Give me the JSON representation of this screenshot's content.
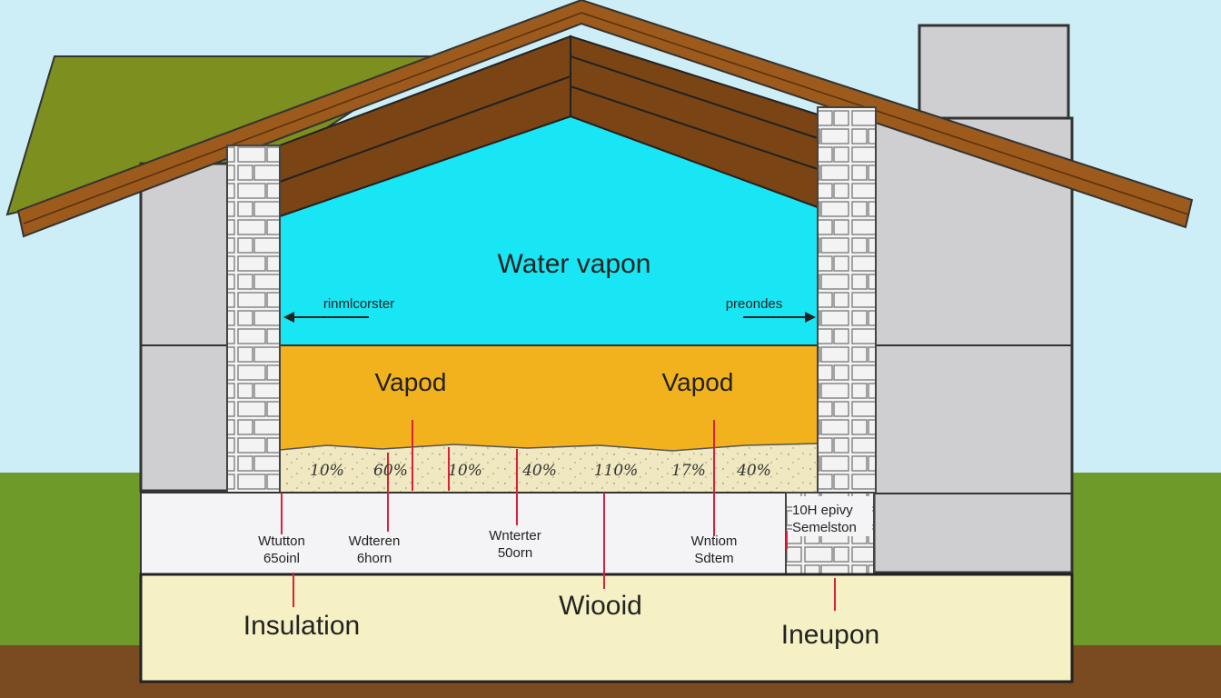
{
  "colors": {
    "sky": "#cdeef6",
    "grass": "#6e9a2a",
    "soil": "#7a4a20",
    "roof": "#9c5a1c",
    "roof_back": "#7d8f1e",
    "wall_gray": "#cfcfd1",
    "vapor_zone": "#19e6f4",
    "vapod_zone": "#f2b21e",
    "sand": "#efe8c0",
    "floor": "#f4f4f6",
    "foundation": "#f6f1c4",
    "marker_red": "#d8213a"
  },
  "labels": {
    "water_vapon": "Water vapon",
    "left_arrow_label": "rinmlcorster",
    "right_arrow_label": "preondes",
    "vapod_left": "Vapod",
    "vapod_right": "Vapod",
    "percentages": [
      "10%",
      "60%",
      "10%",
      "40%",
      "110%",
      "17%",
      "40%"
    ],
    "floor_labels": [
      {
        "line1": "Wtutton",
        "line2": "65oinl"
      },
      {
        "line1": "Wdteren",
        "line2": "6horn"
      },
      {
        "line1": "Wnterter",
        "line2": "50orn"
      },
      {
        "line1": "Wntiom",
        "line2": "Sdtem"
      }
    ],
    "right_block": {
      "line1": "10H epivy",
      "line2": "Semelston"
    },
    "insulation": "Insulation",
    "wiooid": "Wiooid",
    "ineupon": "Ineupon"
  }
}
